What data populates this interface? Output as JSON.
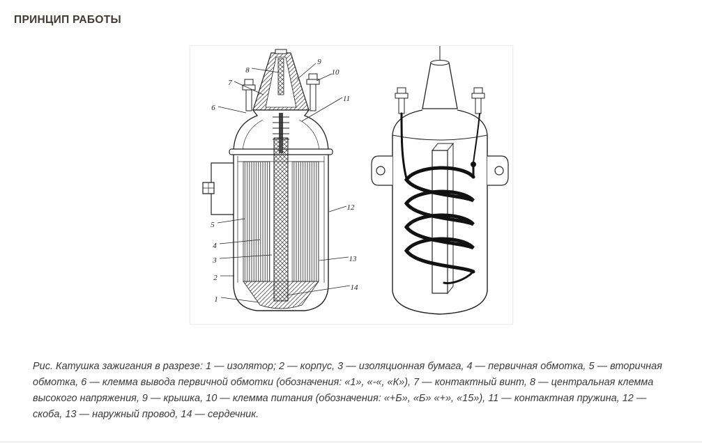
{
  "page": {
    "title": "ПРИНЦИП РАБОТЫ"
  },
  "figure": {
    "callouts": [
      "1",
      "2",
      "3",
      "4",
      "5",
      "6",
      "7",
      "8",
      "9",
      "10",
      "11",
      "12",
      "13",
      "14"
    ]
  },
  "caption": {
    "text": "Рис. Катушка зажигания в разрезе: 1 — изолятор; 2 — корпус, 3 — изоляционная бумага, 4 — первичная обмотка, 5 — вторичная обмотка, 6 — клемма вывода первичной обмотки (обозначения: «1», «-«, «К»), 7 — контактный винт, 8 — центральная клемма высокого напряжения, 9 — крышка, 10 — клемма питания (обозначения: «+Б», «Б» «+», «15»), 11 — контактная пружина, 12 — скоба, 13 — наружный провод, 14 — сердечник."
  }
}
